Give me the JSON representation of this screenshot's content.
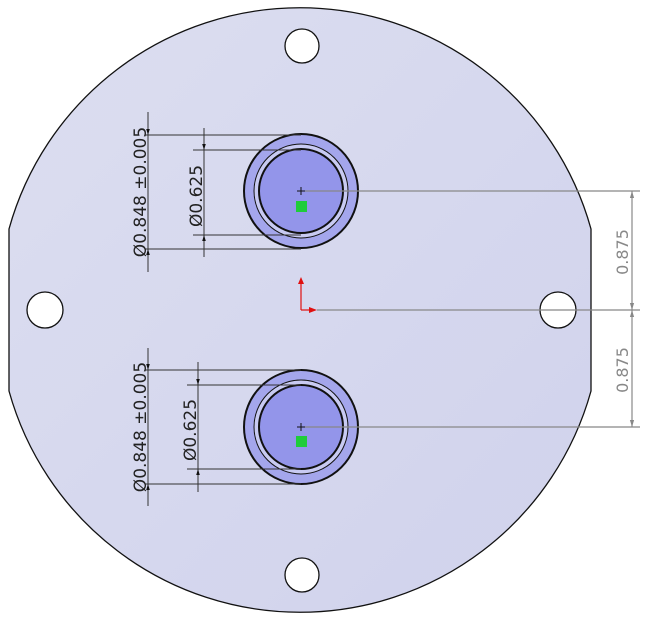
{
  "drawing": {
    "colors": {
      "plate": "#d6d8ee",
      "boss": "#a4a6ec",
      "bore": "#9395ea",
      "marker": "#1fcc3a",
      "origin": "#e01010",
      "dim_gray": "#888888"
    },
    "top_boss": {
      "outer_dim": "Ø0.848 ±0.005",
      "inner_dim": "Ø0.625"
    },
    "bottom_boss": {
      "outer_dim": "Ø0.848 ±0.005",
      "inner_dim": "Ø0.625"
    },
    "vertical_dims": {
      "upper": "0.875",
      "lower": "0.875"
    }
  }
}
